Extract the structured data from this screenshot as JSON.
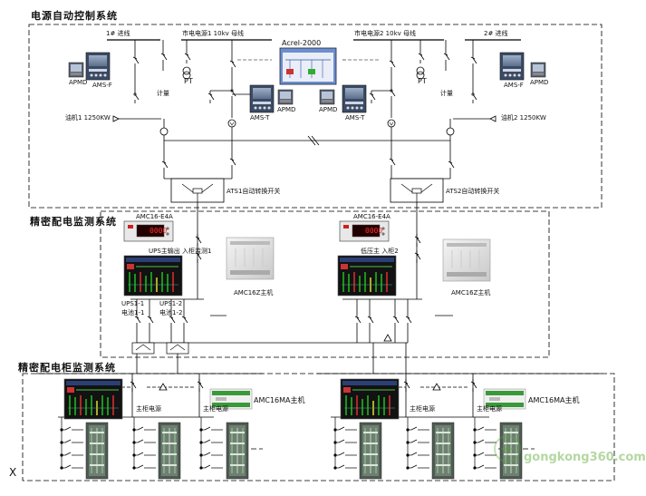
{
  "sections": {
    "power_control": "电源自动控制系统",
    "precision_power_monitor": "精密配电监测系统",
    "cabinet_monitor": "精密配电柜监测系统"
  },
  "top": {
    "bus1": "1# 进线",
    "bus_grid1": "市电电源1 10kv 母线",
    "acrel_2000": "Acrel-2000",
    "bus_grid2": "市电电源2 10kv 母线",
    "bus2": "2# 进线",
    "pt_left": "PT",
    "pt_right": "PT",
    "meter_left": "计量",
    "meter_right": "计量",
    "ams_f_left": "AMS-F",
    "ams_f_right": "AMS-F",
    "ams_t_left": "AMS-T",
    "ams_t_right": "AMS-T",
    "apmd_1": "APMD",
    "apmd_2": "APMD",
    "apmd_3": "APMD",
    "apmd_4": "APMD",
    "gen1": "油机1 1250KW",
    "gen2": "油机2 1250KW",
    "ats1": "ATS1自动转换开关",
    "ats2": "ATS2自动转换开关"
  },
  "middle": {
    "amc_left": "AMC16-E4A",
    "amc_right": "AMC16-E4A",
    "ups_left": "UPS主输出 入柜监测1",
    "ups_right": "低压主 入柜2",
    "amc16z_left": "AMC16Z主机",
    "amc16z_right": "AMC16Z主机",
    "ups1_1": "UPS1-1",
    "ups1_2": "UPS1-2",
    "battery1_1": "电池1-1",
    "battery1_2": "电池1-2",
    "display_value": "0000"
  },
  "bottom": {
    "amc16ma_left": "AMC16MA主机",
    "amc16ma_right": "AMC16MA主机",
    "main_label_1": "主柜电源",
    "main_label_2": "主柜电源",
    "main_label_3": "主柜电源",
    "main_label_4": "主柜电源",
    "x_mark": "X"
  },
  "watermark": "gongkong360.com"
}
